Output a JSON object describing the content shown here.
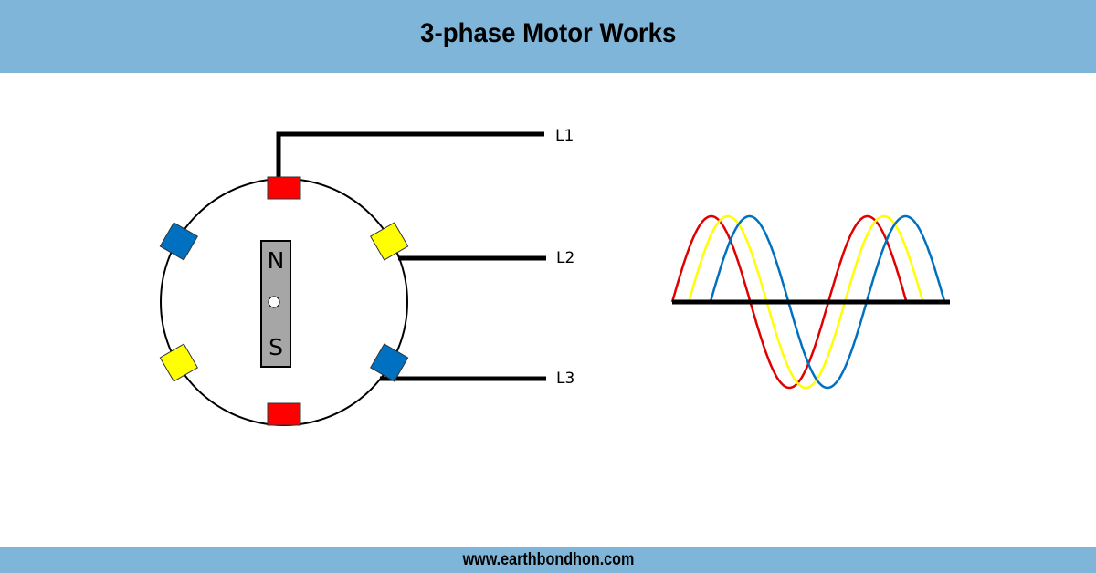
{
  "header": {
    "title": "3-phase Motor Works"
  },
  "footer": {
    "website": "www.earthbondhon.com"
  },
  "motor": {
    "rotor": {
      "north_label": "N",
      "south_label": "S"
    },
    "lines": [
      {
        "id": "L1",
        "label": "L1",
        "phase_color": "#ff0000"
      },
      {
        "id": "L2",
        "label": "L2",
        "phase_color": "#ffff00"
      },
      {
        "id": "L3",
        "label": "L3",
        "phase_color": "#0070c0"
      }
    ],
    "stator_poles": [
      {
        "position": "top",
        "color": "#ff0000",
        "angle_deg": 90
      },
      {
        "position": "upper-left",
        "color": "#0070c0",
        "angle_deg": 150
      },
      {
        "position": "upper-right",
        "color": "#ffff00",
        "angle_deg": 30
      },
      {
        "position": "lower-left",
        "color": "#ffff00",
        "angle_deg": 210
      },
      {
        "position": "lower-right",
        "color": "#0070c0",
        "angle_deg": 330
      },
      {
        "position": "bottom",
        "color": "#ff0000",
        "angle_deg": 270
      }
    ]
  },
  "waveform": {
    "description": "Three sine waves offset in phase",
    "cycles": 1.5,
    "phases": [
      {
        "name": "L1",
        "color": "#e00000",
        "phase_offset_deg": 0
      },
      {
        "name": "L2",
        "color": "#ffff00",
        "phase_offset_deg": 38
      },
      {
        "name": "L3",
        "color": "#0070c0",
        "phase_offset_deg": 88
      }
    ]
  },
  "colors": {
    "banner": "#7fb5d8",
    "red": "#ff0000",
    "yellow": "#ffff00",
    "blue": "#0070c0",
    "magnet": "#a6a6a6"
  }
}
